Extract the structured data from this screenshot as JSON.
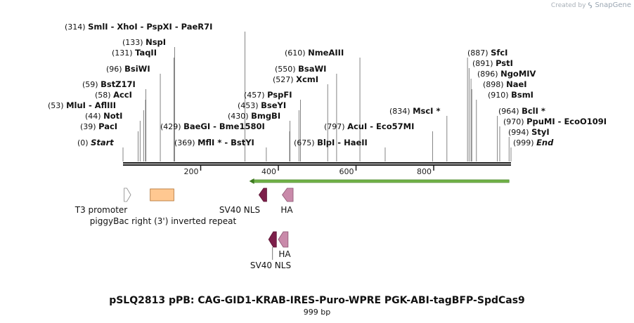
{
  "logo": {
    "prefix": "Created by",
    "brand": "SnapGene"
  },
  "title": "pSLQ2813 pPB: CAG-GID1-KRAB-IRES-Puro-WPRE PGK-ABI-tagBFP-SpdCas9",
  "length_label": "999 bp",
  "map_range": [
    0,
    999
  ],
  "ticks": [
    {
      "pos": 200,
      "label": "200"
    },
    {
      "pos": 400,
      "label": "400"
    },
    {
      "pos": 600,
      "label": "600"
    },
    {
      "pos": 800,
      "label": "800"
    }
  ],
  "sites": [
    {
      "pos": "(0)",
      "names": [
        {
          "t": "Start",
          "italic": true
        }
      ],
      "site": 0
    },
    {
      "pos": "(39)",
      "names": [
        {
          "t": "PacI"
        }
      ],
      "site": 39
    },
    {
      "pos": "(44)",
      "names": [
        {
          "t": "NotI"
        }
      ],
      "site": 44
    },
    {
      "pos": "(53)",
      "names": [
        {
          "t": "MluI"
        },
        {
          "t": "AflIII"
        }
      ],
      "site": 53
    },
    {
      "pos": "(58)",
      "names": [
        {
          "t": "AccI"
        }
      ],
      "site": 58
    },
    {
      "pos": "(59)",
      "names": [
        {
          "t": "BstZ17I"
        }
      ],
      "site": 59
    },
    {
      "pos": "(96)",
      "names": [
        {
          "t": "BsiWI"
        }
      ],
      "site": 96
    },
    {
      "pos": "(131)",
      "names": [
        {
          "t": "TaqII"
        }
      ],
      "site": 131
    },
    {
      "pos": "(133)",
      "names": [
        {
          "t": "NspI"
        }
      ],
      "site": 133
    },
    {
      "pos": "(314)",
      "names": [
        {
          "t": "SmlI"
        },
        {
          "t": "XhoI"
        },
        {
          "t": "PspXI"
        },
        {
          "t": "PaeR7I"
        }
      ],
      "site": 314
    },
    {
      "pos": "(369)",
      "names": [
        {
          "t": "MflI",
          "star": true
        },
        {
          "t": "BstYI"
        }
      ],
      "site": 369
    },
    {
      "pos": "(429)",
      "names": [
        {
          "t": "BaeGI"
        },
        {
          "t": "Bme1580I"
        }
      ],
      "site": 429
    },
    {
      "pos": "(430)",
      "names": [
        {
          "t": "BmgBI"
        }
      ],
      "site": 430
    },
    {
      "pos": "(453)",
      "names": [
        {
          "t": "BseYI"
        }
      ],
      "site": 453
    },
    {
      "pos": "(457)",
      "names": [
        {
          "t": "PspFI"
        }
      ],
      "site": 457
    },
    {
      "pos": "(527)",
      "names": [
        {
          "t": "XcmI"
        }
      ],
      "site": 527
    },
    {
      "pos": "(550)",
      "names": [
        {
          "t": "BsaWI"
        }
      ],
      "site": 550
    },
    {
      "pos": "(610)",
      "names": [
        {
          "t": "NmeAIII"
        }
      ],
      "site": 610
    },
    {
      "pos": "(675)",
      "names": [
        {
          "t": "BlpI"
        },
        {
          "t": "HaeII"
        }
      ],
      "site": 675
    },
    {
      "pos": "(797)",
      "names": [
        {
          "t": "AcuI"
        },
        {
          "t": "Eco57MI"
        }
      ],
      "site": 797
    },
    {
      "pos": "(834)",
      "names": [
        {
          "t": "MscI",
          "star": true
        }
      ],
      "site": 834
    },
    {
      "pos": "(887)",
      "names": [
        {
          "t": "SfcI"
        }
      ],
      "site": 887
    },
    {
      "pos": "(891)",
      "names": [
        {
          "t": "PstI"
        }
      ],
      "site": 891
    },
    {
      "pos": "(896)",
      "names": [
        {
          "t": "NgoMIV"
        }
      ],
      "site": 896
    },
    {
      "pos": "(898)",
      "names": [
        {
          "t": "NaeI"
        }
      ],
      "site": 898
    },
    {
      "pos": "(910)",
      "names": [
        {
          "t": "BsmI"
        }
      ],
      "site": 910
    },
    {
      "pos": "(964)",
      "names": [
        {
          "t": "BclI",
          "star": true
        }
      ],
      "site": 964
    },
    {
      "pos": "(970)",
      "names": [
        {
          "t": "PpuMI"
        },
        {
          "t": "EcoO109I"
        }
      ],
      "site": 970
    },
    {
      "pos": "(994)",
      "names": [
        {
          "t": "StyI"
        }
      ],
      "site": 994
    },
    {
      "pos": "(999)",
      "names": [
        {
          "t": "End",
          "italic": true
        }
      ],
      "site": 999
    }
  ],
  "features": [
    {
      "label": "T3 promoter",
      "type": "arrow",
      "start": 3,
      "end": 20,
      "dir": "right",
      "color": "#ffffff",
      "stroke": "#888888"
    },
    {
      "label": "piggyBac right (3') inverted repeat",
      "type": "box",
      "start": 70,
      "end": 131,
      "color": "#ffc891",
      "stroke": "#b07030"
    },
    {
      "label": "SV40 NLS",
      "type": "arrow",
      "start": 350,
      "end": 370,
      "dir": "left",
      "color": "#7d1f4a",
      "stroke": "#5a1434"
    },
    {
      "label": "HA",
      "type": "arrow",
      "start": 410,
      "end": 438,
      "dir": "left",
      "color": "#c98aaa",
      "stroke": "#8a5571"
    },
    {
      "label": "SV40 NLS",
      "type": "arrow",
      "start": 375,
      "end": 395,
      "dir": "left",
      "color": "#7d1f4a",
      "stroke": "#5a1434"
    },
    {
      "label": "HA",
      "type": "arrow",
      "start": 400,
      "end": 425,
      "dir": "left",
      "color": "#c98aaa",
      "stroke": "#8a5571"
    }
  ],
  "orf": {
    "start": 325,
    "end": 994,
    "dir": "left",
    "color": "#72b34a"
  }
}
